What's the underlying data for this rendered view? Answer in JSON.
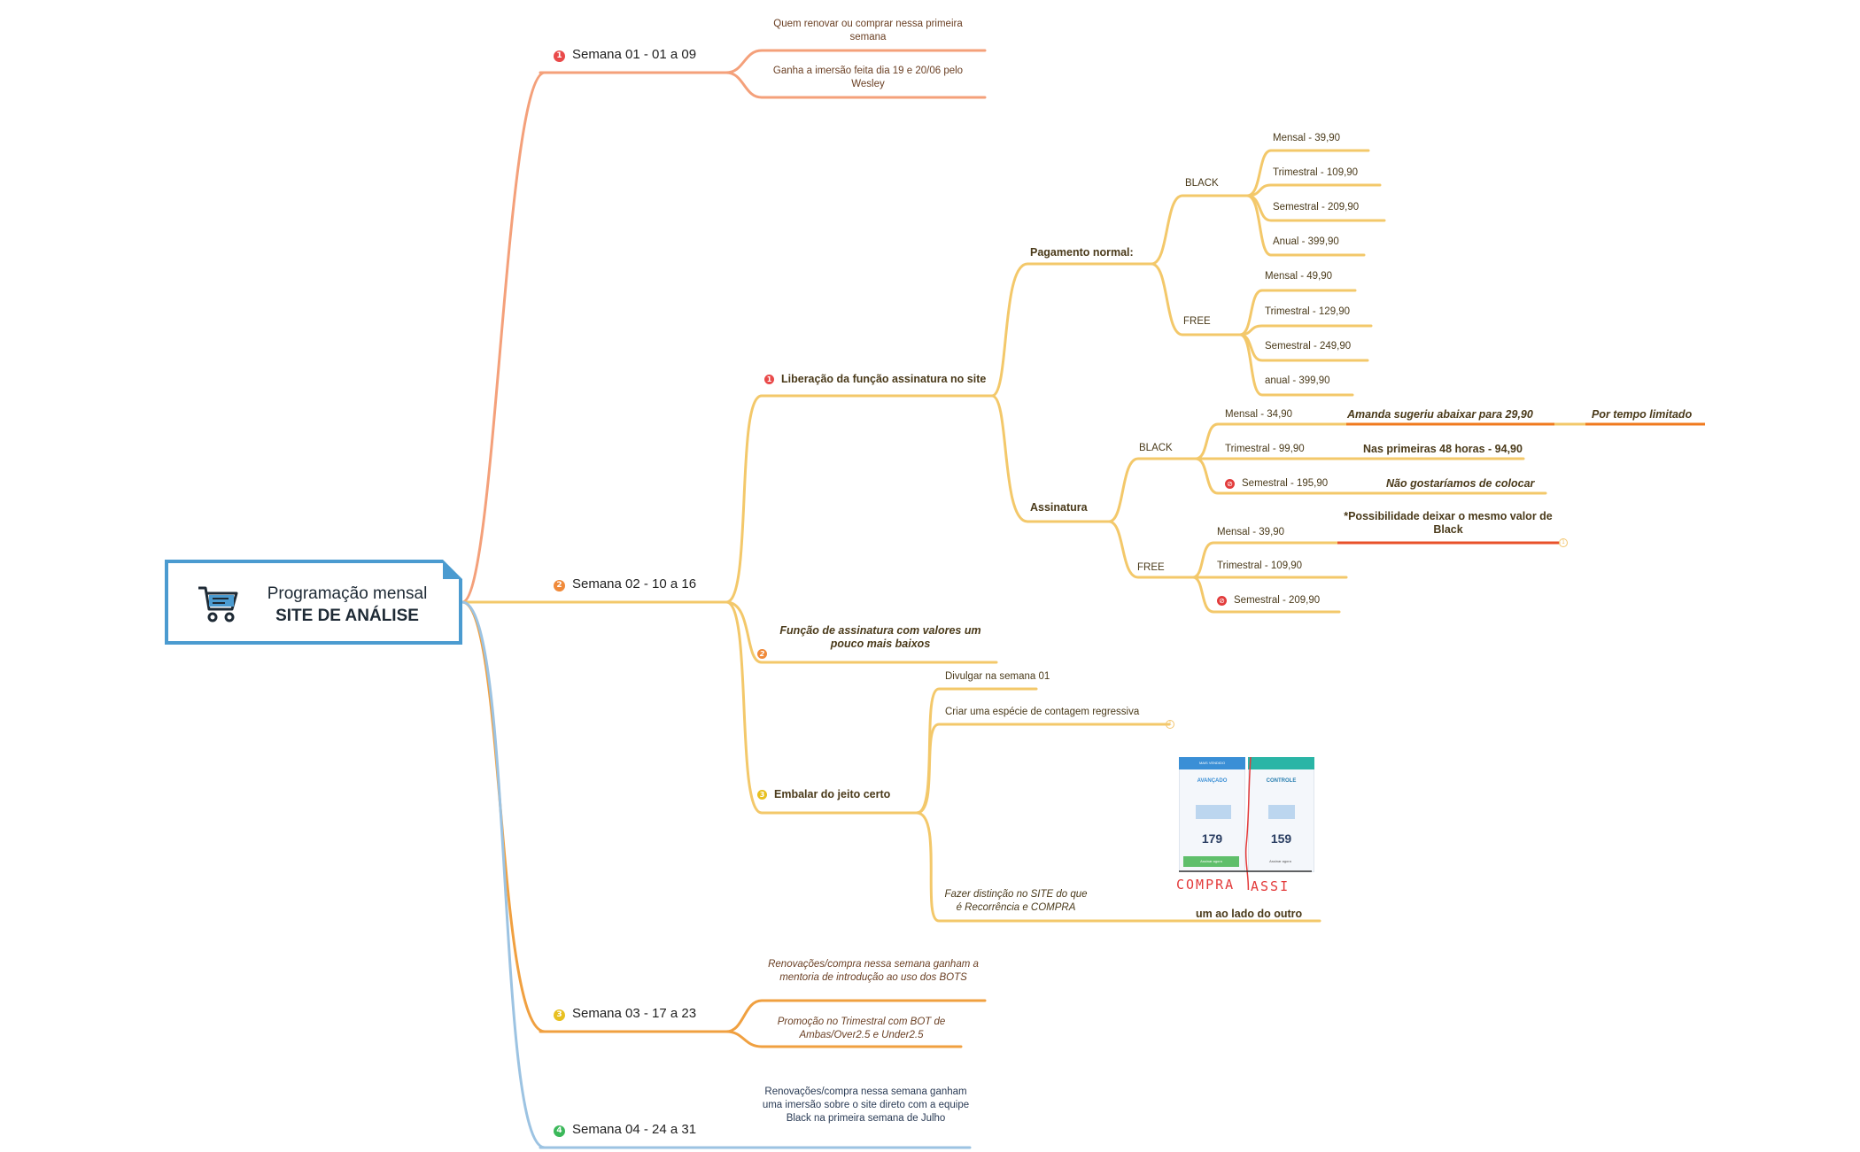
{
  "root": {
    "title_line1": "Programação mensal",
    "title_line2": "SITE DE ANÁLISE",
    "icon": "shopping-cart-icon"
  },
  "colors": {
    "week1": "#f4a07a",
    "week2": "#f3c86a",
    "week3": "#f0a040",
    "week4": "#9cc3e2",
    "accent_orange": "#f07a1e",
    "accent_red": "#e8512a",
    "root_border": "#4b9bd0"
  },
  "weeks": [
    {
      "number": "1",
      "label": "Semana 01 -  01 a 09",
      "badge_color": "#e94a4a",
      "items": [
        "Quem renovar ou comprar nessa primeira semana",
        "Ganha a imersão feita dia 19 e 20/06 pelo Wesley"
      ]
    },
    {
      "number": "2",
      "label": "Semana 02 - 10 a  16",
      "badge_color": "#f08a3a",
      "topics": [
        {
          "number": "1",
          "label": "Liberação da função assinatura no site",
          "groups": [
            {
              "label": "Pagamento normal:",
              "plans": [
                {
                  "label": "BLACK",
                  "prices": [
                    "Mensal - 39,90",
                    "Trimestral - 109,90",
                    "Semestral - 209,90",
                    "Anual - 399,90"
                  ]
                },
                {
                  "label": "FREE",
                  "prices": [
                    "Mensal - 49,90",
                    "Trimestral - 129,90",
                    "Semestral - 249,90",
                    "anual - 399,90"
                  ]
                }
              ]
            },
            {
              "label": "Assinatura",
              "plans": [
                {
                  "label": "BLACK",
                  "prices": [
                    "Mensal - 34,90",
                    "Trimestral - 99,90",
                    "Semestral - 195,90"
                  ]
                },
                {
                  "label": "FREE",
                  "prices": [
                    "Mensal - 39,90",
                    "Trimestral - 109,90",
                    "Semestral - 209,90"
                  ]
                }
              ]
            }
          ],
          "notes": {
            "black_monthly": "Amanda sugeriu abaixar para 29,90",
            "black_monthly_extra": "Por tempo limitado",
            "black_quarterly": "Nas primeiras 48 horas - 94,90",
            "black_semester": "Não gostaríamos de colocar",
            "free_monthly": "*Possibilidade deixar o mesmo valor de Black"
          }
        },
        {
          "number": "2",
          "label": "Função de assinatura com valores um pouco mais baixos"
        },
        {
          "number": "3",
          "label": "Embalar do jeito certo",
          "items": [
            "Divulgar na semana 01",
            "Criar uma espécie de contagem regressiva",
            "Fazer distinção no SITE do que é Recorrência e COMPRA"
          ],
          "image_caption": "um ao lado do outro",
          "image": {
            "left_header": "MAIS VENDIDO",
            "left_name": "AVANÇADO",
            "left_price": "179",
            "left_button": "Assinar agora",
            "right_name": "CONTROLE",
            "right_price": "159",
            "right_button": "Assinar agora",
            "hand_left": "COMPRA",
            "hand_right": "ASSI"
          }
        }
      ]
    },
    {
      "number": "3",
      "label": "Semana 03 - 17 a  23",
      "badge_color": "#e8c020",
      "items": [
        "Renovações/compra nessa semana ganham a mentoria de introdução ao uso dos BOTS",
        "Promoção no Trimestral com BOT de Ambas/Over2.5 e Under2.5"
      ]
    },
    {
      "number": "4",
      "label": "Semana 04 - 24 a 31",
      "badge_color": "#3bb85a",
      "items": [
        "Renovações/compra nessa semana ganham uma imersão sobre o site direto com a equipe Black na primeira semana de Julho"
      ]
    }
  ]
}
